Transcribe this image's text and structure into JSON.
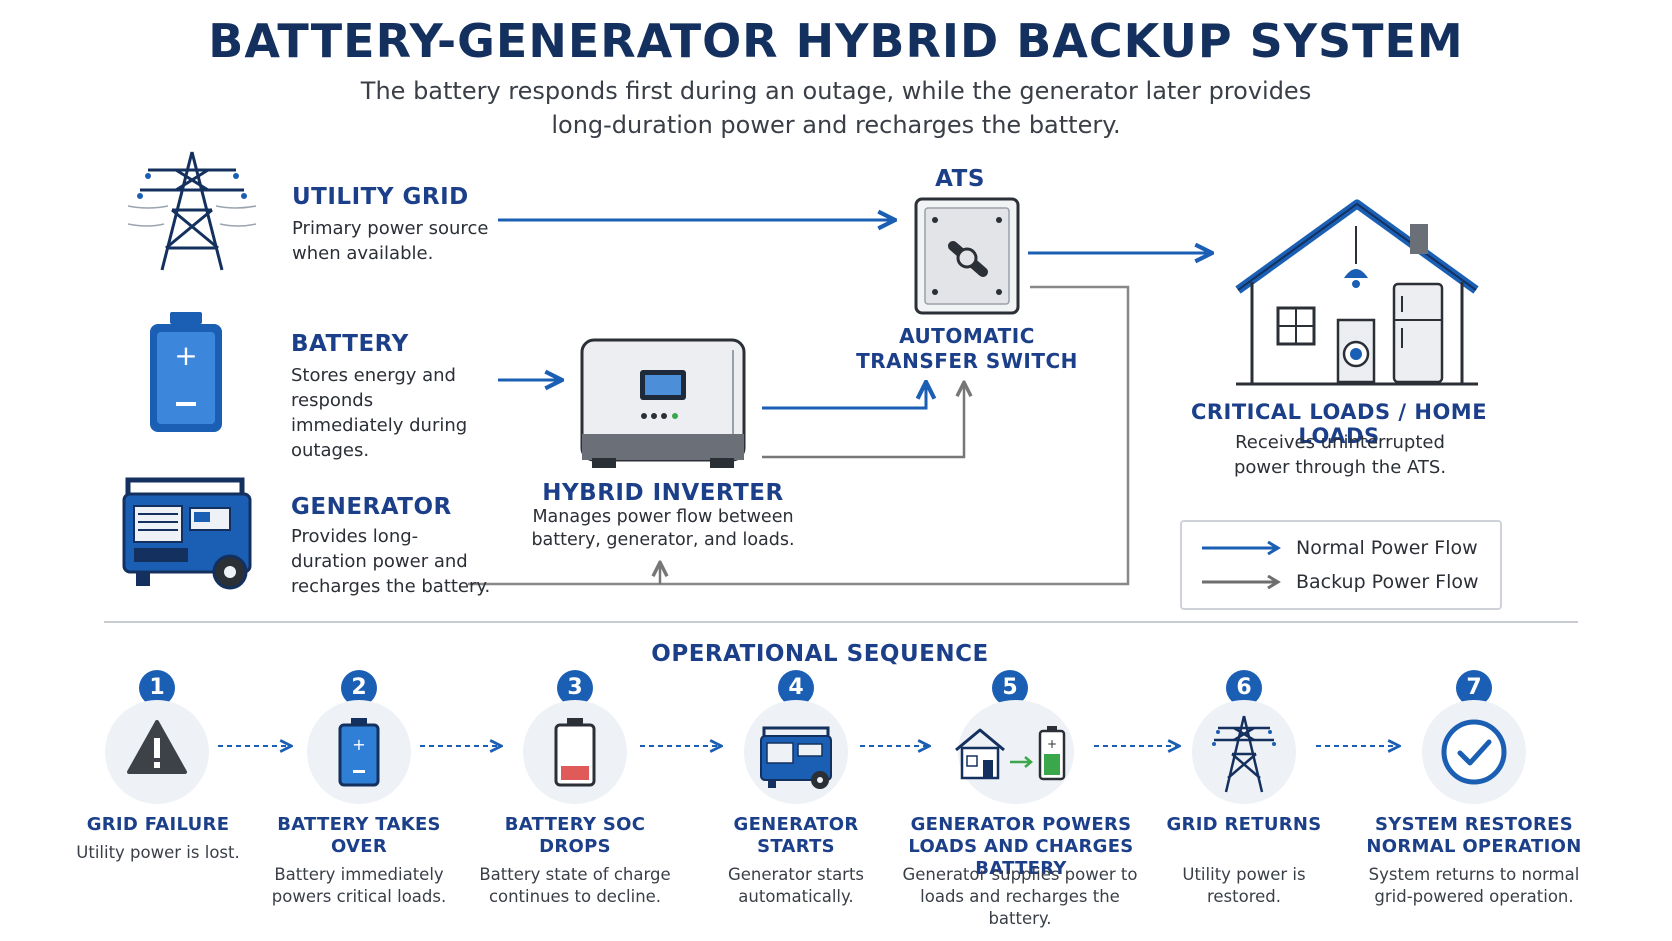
{
  "header": {
    "title": "BATTERY-GENERATOR HYBRID BACKUP SYSTEM",
    "subtitle": "The battery responds first during an outage, while the generator later provides long-duration power and recharges the battery."
  },
  "sources": {
    "utility": {
      "title": "UTILITY GRID",
      "desc": "Primary power source when available."
    },
    "battery": {
      "title": "BATTERY",
      "desc": "Stores energy and responds immediately during outages."
    },
    "generator": {
      "title": "GENERATOR",
      "desc": "Provides long-duration power and recharges the battery."
    }
  },
  "inverter": {
    "title": "HYBRID INVERTER",
    "desc": "Manages power flow between battery, generator, and loads."
  },
  "ats": {
    "short": "ATS",
    "title": "AUTOMATIC TRANSFER SWITCH"
  },
  "loads": {
    "title": "CRITICAL LOADS / HOME LOADS",
    "desc": "Receives uninterrupted power through the ATS."
  },
  "legend": {
    "normal": "Normal Power Flow",
    "backup": "Backup Power Flow"
  },
  "colors": {
    "primary": "#1a5fb4",
    "navy": "#14305e",
    "backup": "#6e6e6e",
    "battery_low": "#e05a5a",
    "battery_ok": "#3aa84a"
  },
  "sequence": {
    "title": "OPERATIONAL SEQUENCE",
    "steps": [
      {
        "number": "1",
        "icon": "warning-icon",
        "title": "GRID FAILURE",
        "desc": "Utility power is lost."
      },
      {
        "number": "2",
        "icon": "battery-full-icon",
        "title": "BATTERY TAKES OVER",
        "desc": "Battery immediately powers critical loads."
      },
      {
        "number": "3",
        "icon": "battery-low-icon",
        "title": "BATTERY SOC DROPS",
        "desc": "Battery state of charge continues to decline."
      },
      {
        "number": "4",
        "icon": "generator-icon",
        "title": "GENERATOR STARTS",
        "desc": "Generator starts automatically."
      },
      {
        "number": "5",
        "icon": "house-battery-icon",
        "title": "GENERATOR POWERS LOADS AND CHARGES BATTERY",
        "desc": "Generator supplies power to loads and recharges the battery."
      },
      {
        "number": "6",
        "icon": "power-tower-icon",
        "title": "GRID RETURNS",
        "desc": "Utility power is restored."
      },
      {
        "number": "7",
        "icon": "checkmark-icon",
        "title": "SYSTEM RESTORES NORMAL OPERATION",
        "desc": "System returns to normal grid-powered operation."
      }
    ]
  }
}
